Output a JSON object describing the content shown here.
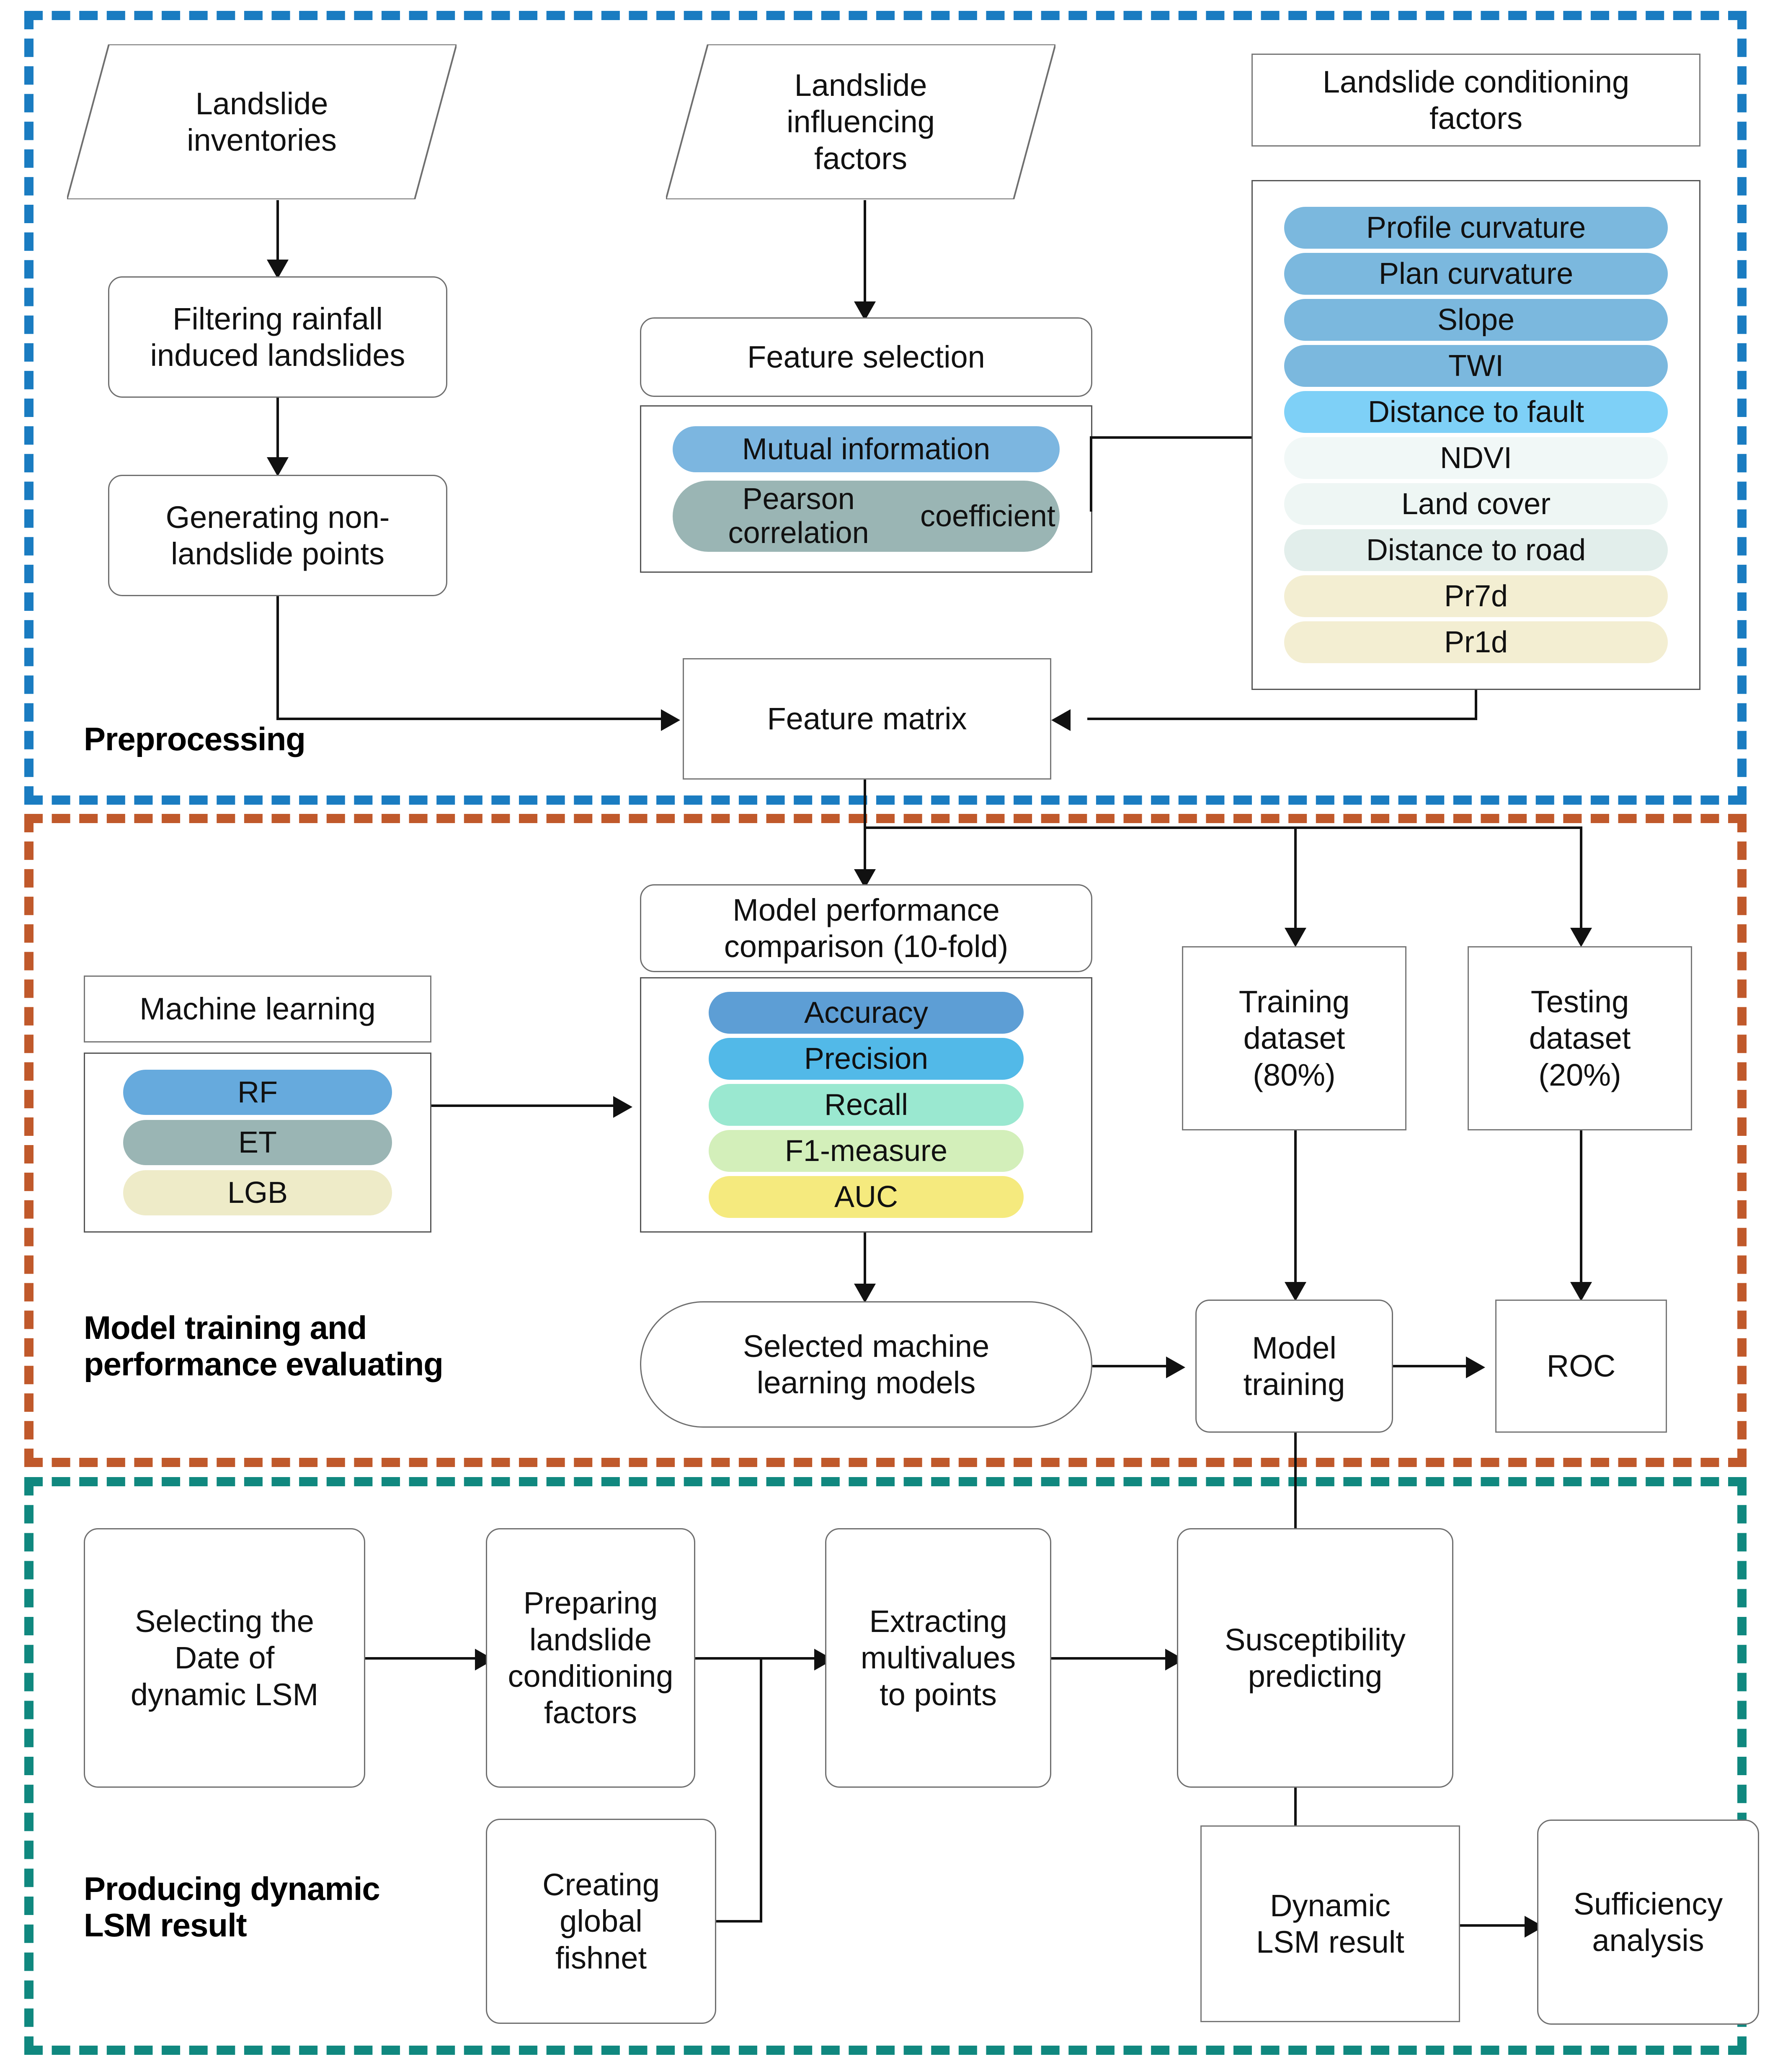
{
  "sections": [
    {
      "id": "preprocessing",
      "title": "Preprocessing",
      "color": "#1a7cc1"
    },
    {
      "id": "model",
      "title": "Model training and\nperformance evaluating",
      "title_line1": "Model training and",
      "title_line2": "performance evaluating",
      "color": "#c0592b"
    },
    {
      "id": "lsm",
      "title": "Producing dynamic\nLSM result",
      "title_line1": "Producing dynamic",
      "title_line2": "LSM result",
      "color": "#10887f"
    }
  ],
  "preprocessing": {
    "landslide_inventories": "Landslide\ninventories",
    "landslide_influencing_factors": "Landslide\ninfluencing\nfactors",
    "conditioning_factors_header": "Landslide conditioning\nfactors",
    "filtering": "Filtering rainfall\ninduced landslides",
    "generating": "Generating non-\nlandslide points",
    "feature_selection": "Feature selection",
    "feature_matrix": "Feature matrix",
    "selection_methods": [
      {
        "label": "Mutual information",
        "color": "#7cb6e0"
      },
      {
        "label": "Pearson correlation\ncoefficient",
        "color": "#9ab5b4"
      }
    ],
    "conditioning_factors": [
      {
        "label": "Profile curvature",
        "color": "#7bb8de"
      },
      {
        "label": "Plan curvature",
        "color": "#7bb8de"
      },
      {
        "label": "Slope",
        "color": "#7bb8de"
      },
      {
        "label": "TWI",
        "color": "#7bb8de"
      },
      {
        "label": "Distance to fault",
        "color": "#7ed0f7"
      },
      {
        "label": "NDVI",
        "color": "#f1f8f7"
      },
      {
        "label": "Land cover",
        "color": "#eef6f4"
      },
      {
        "label": "Distance to road",
        "color": "#e2eeeb"
      },
      {
        "label": "Pr7d",
        "color": "#f3eed2"
      },
      {
        "label": "Pr1d",
        "color": "#f3eed2"
      }
    ]
  },
  "model_training": {
    "machine_learning_header": "Machine learning",
    "models": [
      {
        "label": "RF",
        "color": "#66aadd"
      },
      {
        "label": "ET",
        "color": "#9ab5b4"
      },
      {
        "label": "LGB",
        "color": "#eeebc8"
      }
    ],
    "performance_comparison": "Model performance\ncomparison (10-fold)",
    "metrics": [
      {
        "label": "Accuracy",
        "color": "#5d9ed5"
      },
      {
        "label": "Precision",
        "color": "#52b9e8"
      },
      {
        "label": "Recall",
        "color": "#9ae8d0"
      },
      {
        "label": "F1-measure",
        "color": "#d3efba"
      },
      {
        "label": "AUC",
        "color": "#f5ea7e"
      }
    ],
    "selected_models": "Selected machine\nlearning models",
    "training_dataset": "Training\ndataset\n(80%)",
    "testing_dataset": "Testing\ndataset\n(20%)",
    "model_training_box": "Model\ntraining",
    "roc": "ROC"
  },
  "lsm": {
    "selecting_date": "Selecting the\nDate of\ndynamic LSM",
    "preparing_factors": "Preparing\nlandslide\nconditioning\nfactors",
    "extracting_multivalues": "Extracting\nmultivalues\nto points",
    "susceptibility_predicting": "Susceptibility\npredicting",
    "creating_fishnet": "Creating\nglobal\nfishnet",
    "dynamic_lsm_result": "Dynamic\nLSM result",
    "sufficiency_analysis": "Sufficiency\nanalysis"
  }
}
